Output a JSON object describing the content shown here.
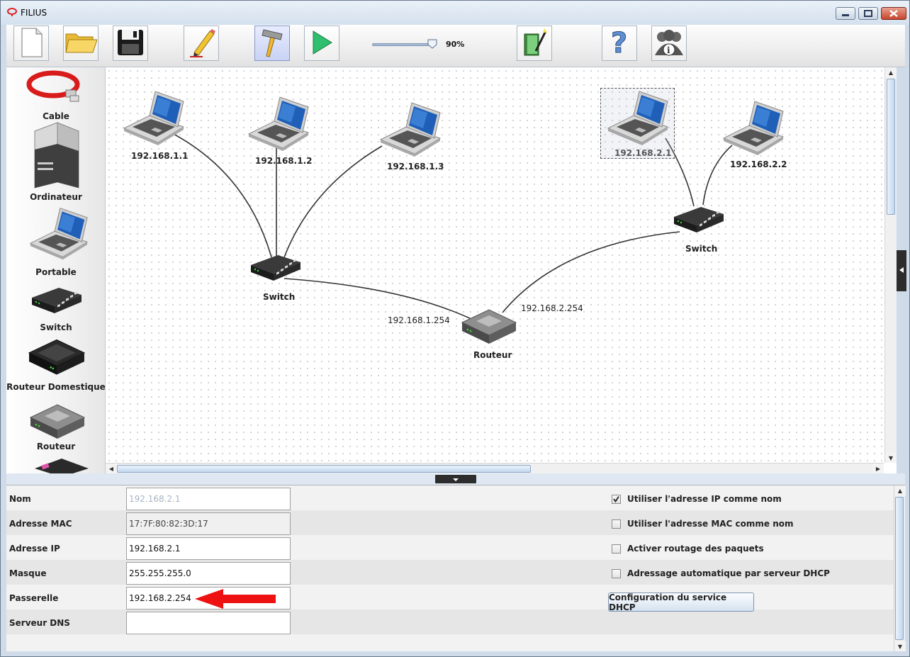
{
  "window": {
    "title": "FILIUS",
    "controls": [
      "minimize",
      "maximize",
      "close"
    ]
  },
  "toolbar": {
    "buttons": [
      {
        "name": "new-file-icon"
      },
      {
        "name": "open-folder-icon"
      },
      {
        "name": "save-icon"
      },
      {
        "name": "edit-pencil-icon"
      },
      {
        "name": "design-mode-hammer-icon",
        "active": true
      },
      {
        "name": "simulation-play-icon"
      },
      {
        "name": "wizard-book-icon"
      },
      {
        "name": "help-icon"
      },
      {
        "name": "about-info-icon"
      }
    ],
    "zoom_label": "90%",
    "zoom_value": 0.9
  },
  "palette": {
    "items": [
      {
        "label": "Cable",
        "icon": "cable-icon"
      },
      {
        "label": "Ordinateur",
        "icon": "computer-tower-icon"
      },
      {
        "label": "Portable",
        "icon": "laptop-icon"
      },
      {
        "label": "Switch",
        "icon": "switch-icon"
      },
      {
        "label": "Routeur Domestique",
        "icon": "home-router-icon"
      },
      {
        "label": "Routeur",
        "icon": "router-icon"
      }
    ]
  },
  "network": {
    "laptops": [
      {
        "label": "192.168.1.1"
      },
      {
        "label": "192.168.1.2"
      },
      {
        "label": "192.168.1.3"
      },
      {
        "label": "192.168.2.1",
        "selected": true
      },
      {
        "label": "192.168.2.2"
      }
    ],
    "switches": [
      {
        "label": "Switch"
      },
      {
        "label": "Switch"
      }
    ],
    "router": {
      "label": "Routeur",
      "interface_left": "192.168.1.254",
      "interface_right": "192.168.2.254"
    }
  },
  "properties": {
    "fields": [
      {
        "label": "Nom",
        "value": "192.168.2.1"
      },
      {
        "label": "Adresse MAC",
        "value": "17:7F:80:82:3D:17"
      },
      {
        "label": "Adresse IP",
        "value": "192.168.2.1"
      },
      {
        "label": "Masque",
        "value": "255.255.255.0"
      },
      {
        "label": "Passerelle",
        "value": "192.168.2.254"
      },
      {
        "label": "Serveur DNS",
        "value": ""
      }
    ],
    "checkboxes": [
      {
        "label": "Utiliser l'adresse IP comme nom",
        "checked": true
      },
      {
        "label": "Utiliser l'adresse MAC comme nom",
        "checked": false
      },
      {
        "label": "Activer routage des paquets",
        "checked": false
      },
      {
        "label": "Adressage automatique par serveur DHCP",
        "checked": false
      }
    ],
    "dhcp_button": "Configuration du service DHCP"
  }
}
